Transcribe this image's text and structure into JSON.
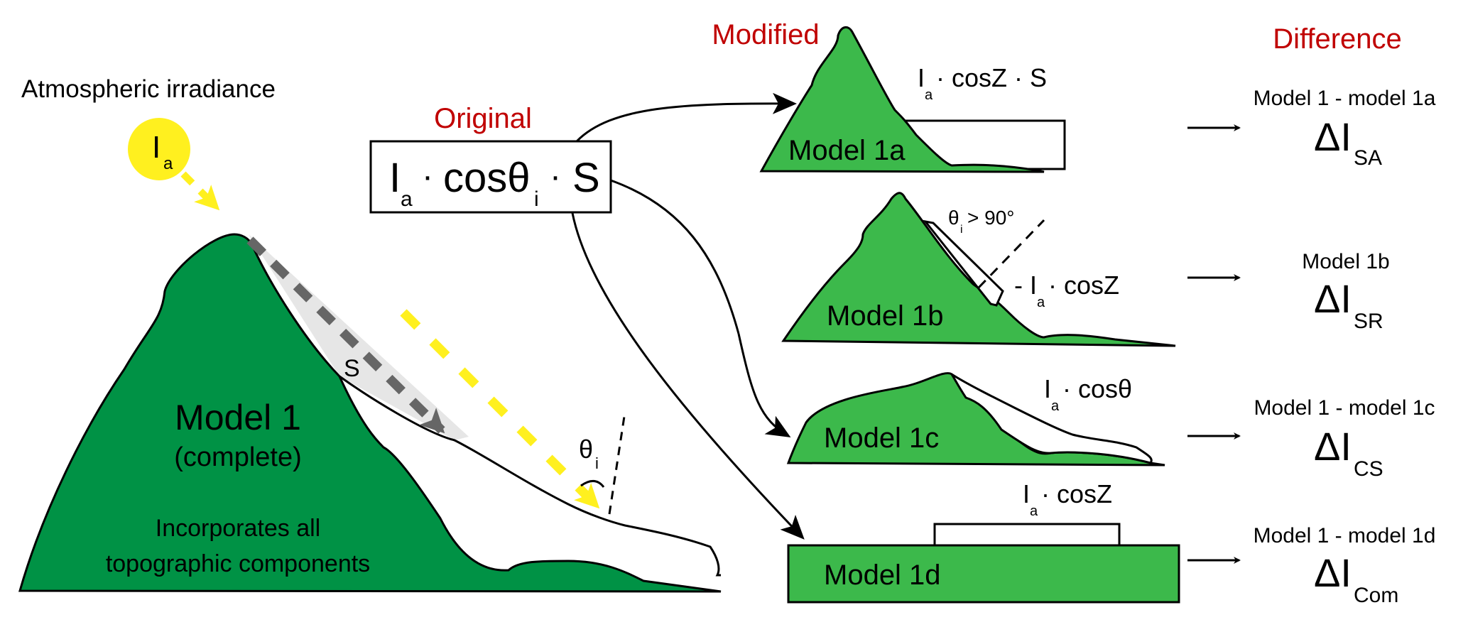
{
  "colors": {
    "heading_red": "#c00000",
    "model1_green": "#009245",
    "modified_green": "#3cb94b",
    "sun_yellow": "#fff01f",
    "path_gray": "#666666",
    "shadow_gray": "#e6e6e6"
  },
  "left": {
    "title": "Atmospheric irradiance",
    "sun": {
      "symbol": "I",
      "subscript": "a"
    },
    "model": {
      "name": "Model 1",
      "qualifier": "(complete)",
      "description_line1": "Incorporates all",
      "description_line2": "topographic components"
    },
    "slope_label": "S",
    "angle_label": {
      "symbol": "θ",
      "subscript": "i"
    }
  },
  "original": {
    "heading": "Original",
    "formula": {
      "I": "I",
      "a": "a",
      "dot1": "·",
      "cos": "cosθ",
      "i": "i",
      "dot2": "·",
      "S": "S"
    }
  },
  "modified": {
    "heading": "Modified",
    "models": [
      {
        "name": "Model 1a",
        "formula": {
          "I": "I",
          "a": "a",
          "rest": "· cosZ · S"
        }
      },
      {
        "name": "Model 1b",
        "formula": {
          "prefix": "- I",
          "a": "a",
          "rest": "· cosZ"
        },
        "condition": {
          "theta": "θ",
          "i": "i",
          "rest": "> 90°"
        }
      },
      {
        "name": "Model 1c",
        "formula": {
          "I": "I",
          "a": "a",
          "rest": "· cosθ"
        }
      },
      {
        "name": "Model 1d",
        "formula": {
          "I": "I",
          "a": "a",
          "rest": "· cosZ"
        }
      }
    ]
  },
  "difference": {
    "heading": "Difference",
    "items": [
      {
        "caption": "Model 1 - model 1a",
        "delta": "ΔI",
        "subscript": "SA"
      },
      {
        "caption": "Model 1b",
        "delta": "ΔI",
        "subscript": "SR"
      },
      {
        "caption": "Model 1 - model 1c",
        "delta": "ΔI",
        "subscript": "CS"
      },
      {
        "caption": "Model 1 - model 1d",
        "delta": "ΔI",
        "subscript": "Com"
      }
    ]
  }
}
